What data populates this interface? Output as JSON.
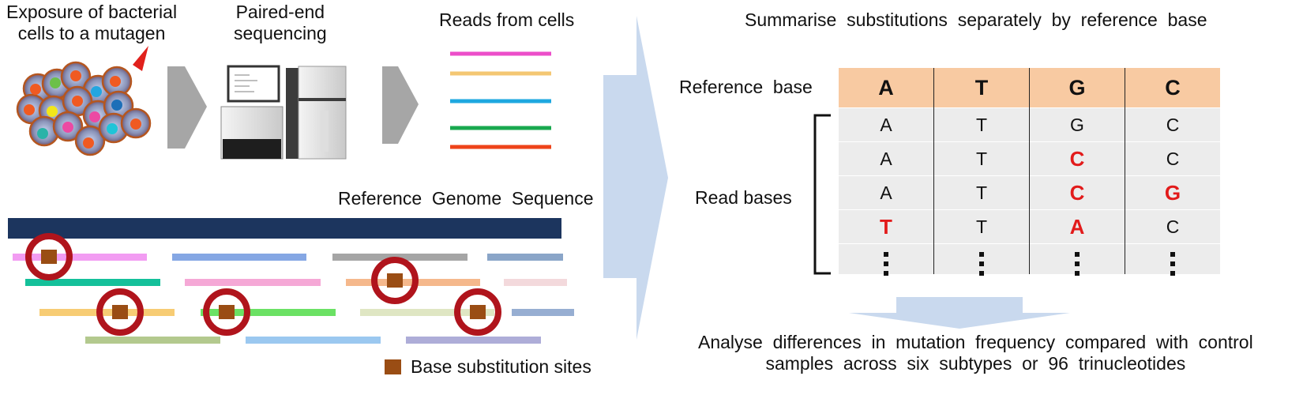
{
  "labels": {
    "exposure": "Exposure of bacterial\ncells to a mutagen",
    "sequencing": "Paired-end\nsequencing",
    "reads_from_cells": "Reads from cells",
    "reference_genome": "Reference  Genome  Sequence",
    "legend": "Base substitution sites",
    "summarise": "Summarise  substitutions  separately  by  reference  base",
    "reference_base": "Reference  base",
    "read_bases": "Read bases",
    "analyse": "Analyse  differences  in  mutation  frequency  compared  with  control\nsamples  across  six  subtypes  or  96  trinucleotides"
  },
  "table": {
    "header": [
      "A",
      "T",
      "G",
      "C"
    ],
    "rows": [
      [
        {
          "v": "A"
        },
        {
          "v": "T"
        },
        {
          "v": "G"
        },
        {
          "v": "C"
        }
      ],
      [
        {
          "v": "A"
        },
        {
          "v": "T"
        },
        {
          "v": "C",
          "mut": true
        },
        {
          "v": "C"
        }
      ],
      [
        {
          "v": "A"
        },
        {
          "v": "T"
        },
        {
          "v": "C",
          "mut": true
        },
        {
          "v": "G",
          "mut": true
        }
      ],
      [
        {
          "v": "T",
          "mut": true
        },
        {
          "v": "T"
        },
        {
          "v": "A",
          "mut": true
        },
        {
          "v": "C"
        }
      ]
    ]
  },
  "colors": {
    "genome_bar": "#1c355e",
    "substitution_site": "#9a4d14",
    "site_ring": "#b0141c",
    "mutated_base": "#e21b1b",
    "header_fill": "#f8caa2",
    "cell_fill": "#ececec",
    "big_arrow": "#c9d9ee",
    "step_arrow": "#a6a6a6"
  },
  "icons": [
    "bacterial-cells-icon",
    "sequencer-icon",
    "mutagen-pointer-icon"
  ]
}
